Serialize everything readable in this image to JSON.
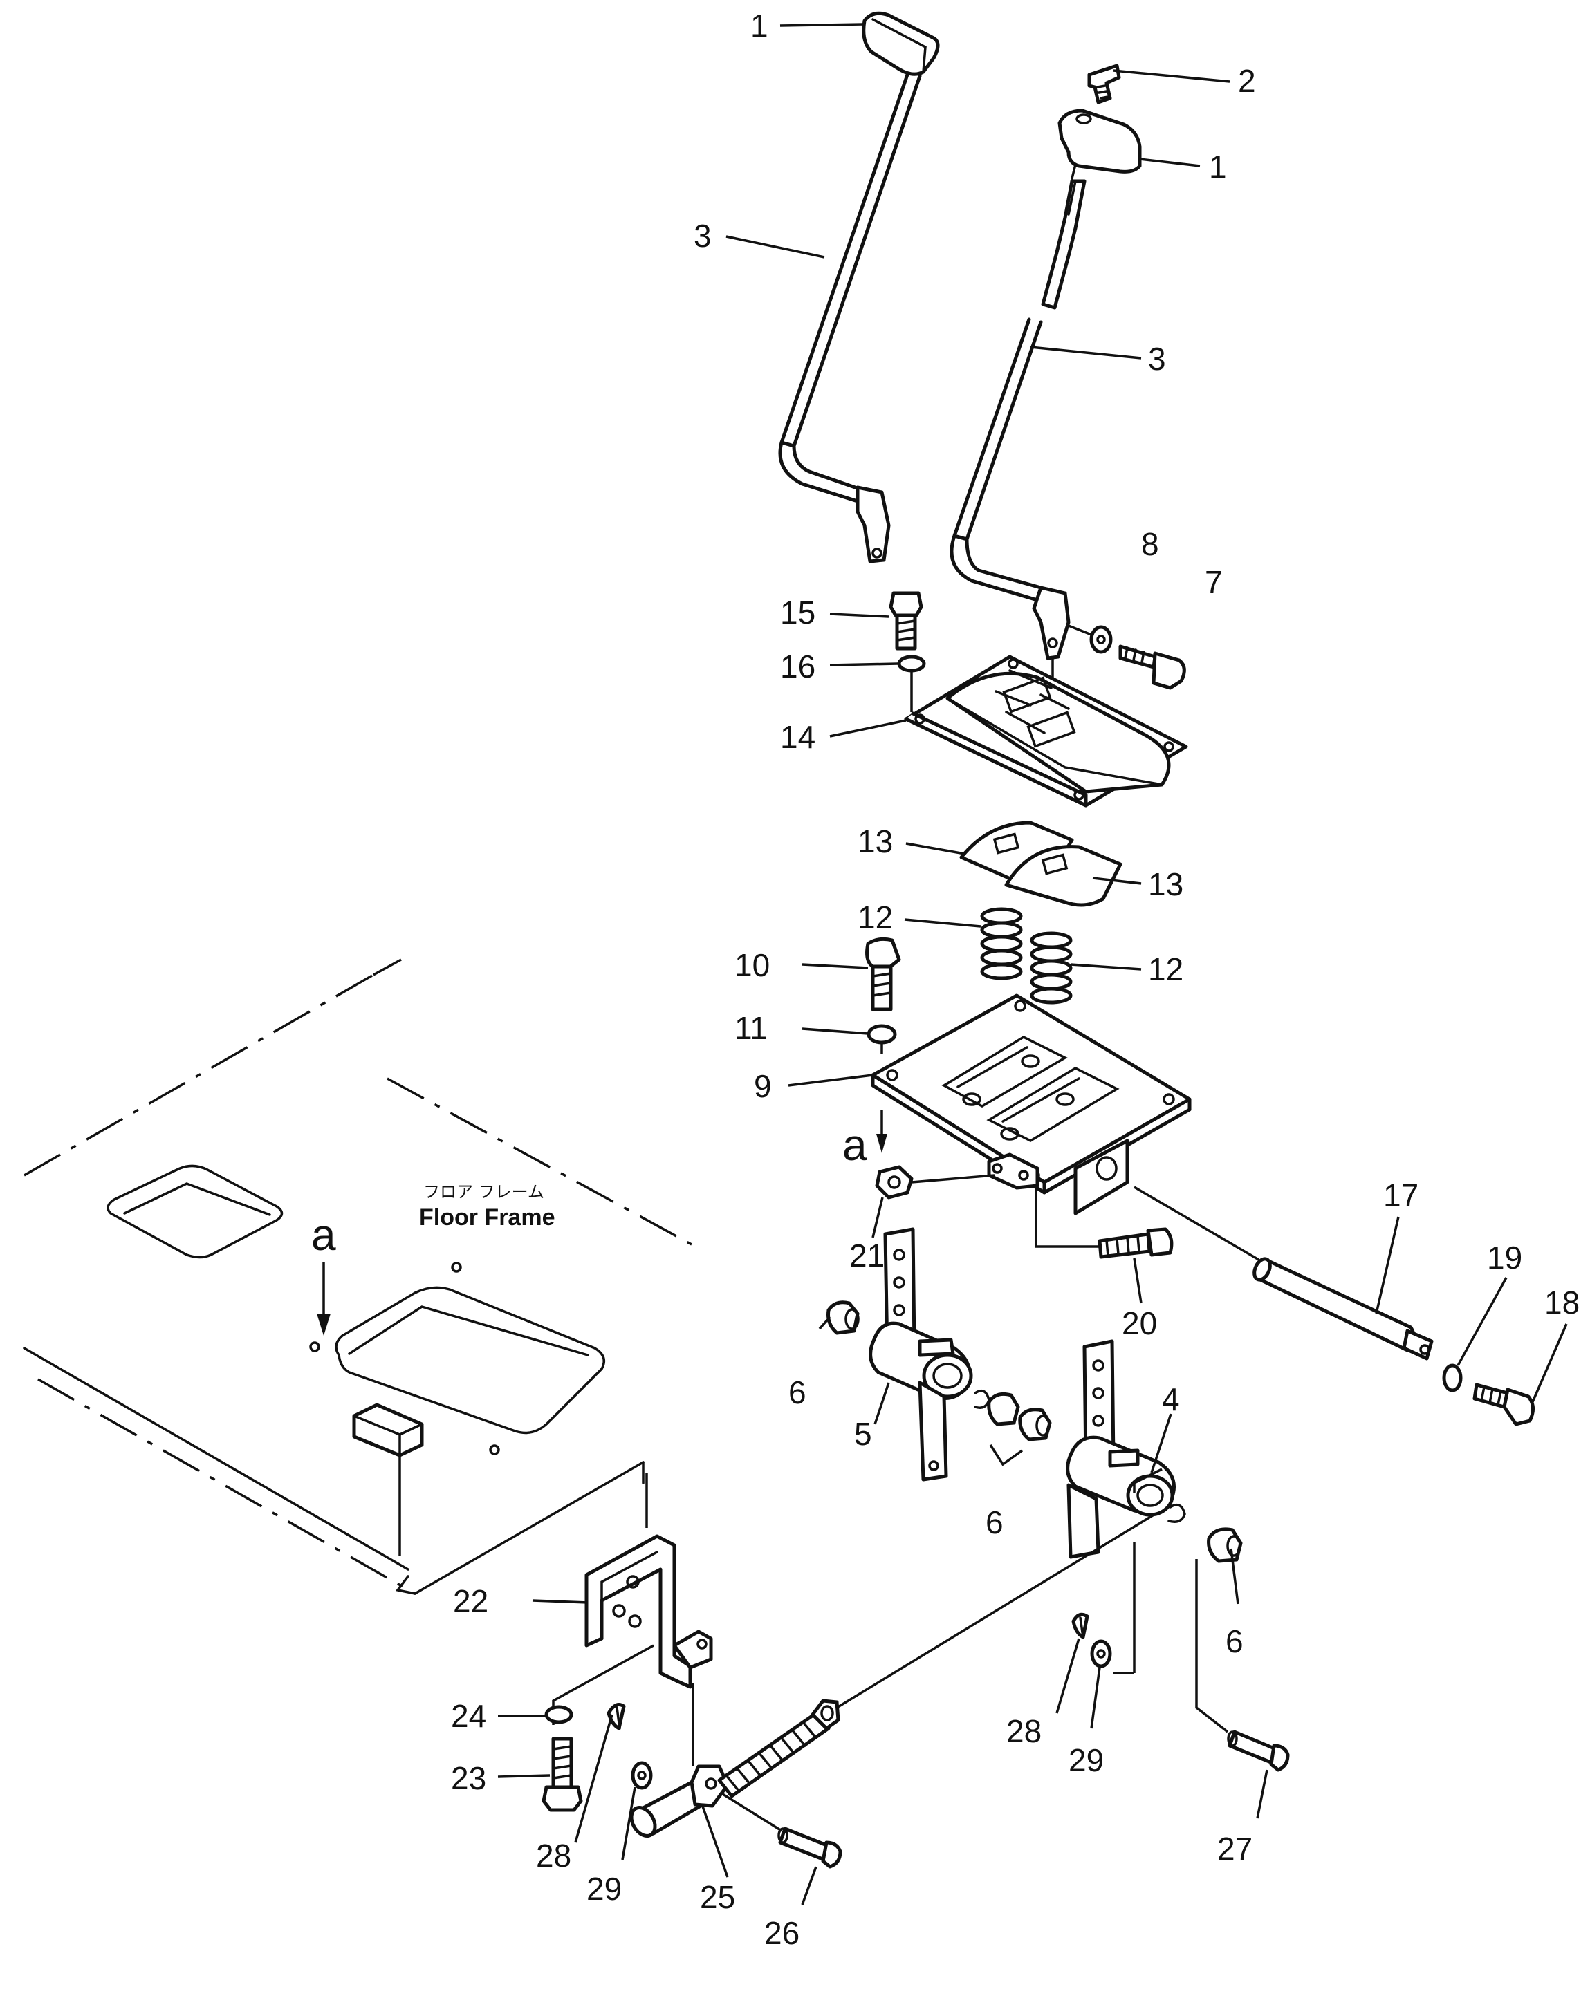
{
  "floor_frame": {
    "label_jp": "フロア フレーム",
    "label_en": "Floor Frame"
  },
  "reference_marks": {
    "upper": "a",
    "lower": "a"
  },
  "callouts": {
    "c1a": "1",
    "c1b": "1",
    "c2": "2",
    "c3a": "3",
    "c3b": "3",
    "c4": "4",
    "c5": "5",
    "c6a": "6",
    "c6b": "6",
    "c6c": "6",
    "c7": "7",
    "c8": "8",
    "c9": "9",
    "c10": "10",
    "c11": "11",
    "c12a": "12",
    "c12b": "12",
    "c13a": "13",
    "c13b": "13",
    "c14": "14",
    "c15": "15",
    "c16": "16",
    "c17": "17",
    "c18": "18",
    "c19": "19",
    "c20": "20",
    "c21": "21",
    "c22": "22",
    "c23": "23",
    "c24": "24",
    "c25": "25",
    "c26": "26",
    "c27": "27",
    "c28a": "28",
    "c28b": "28",
    "c29a": "29",
    "c29b": "29"
  }
}
